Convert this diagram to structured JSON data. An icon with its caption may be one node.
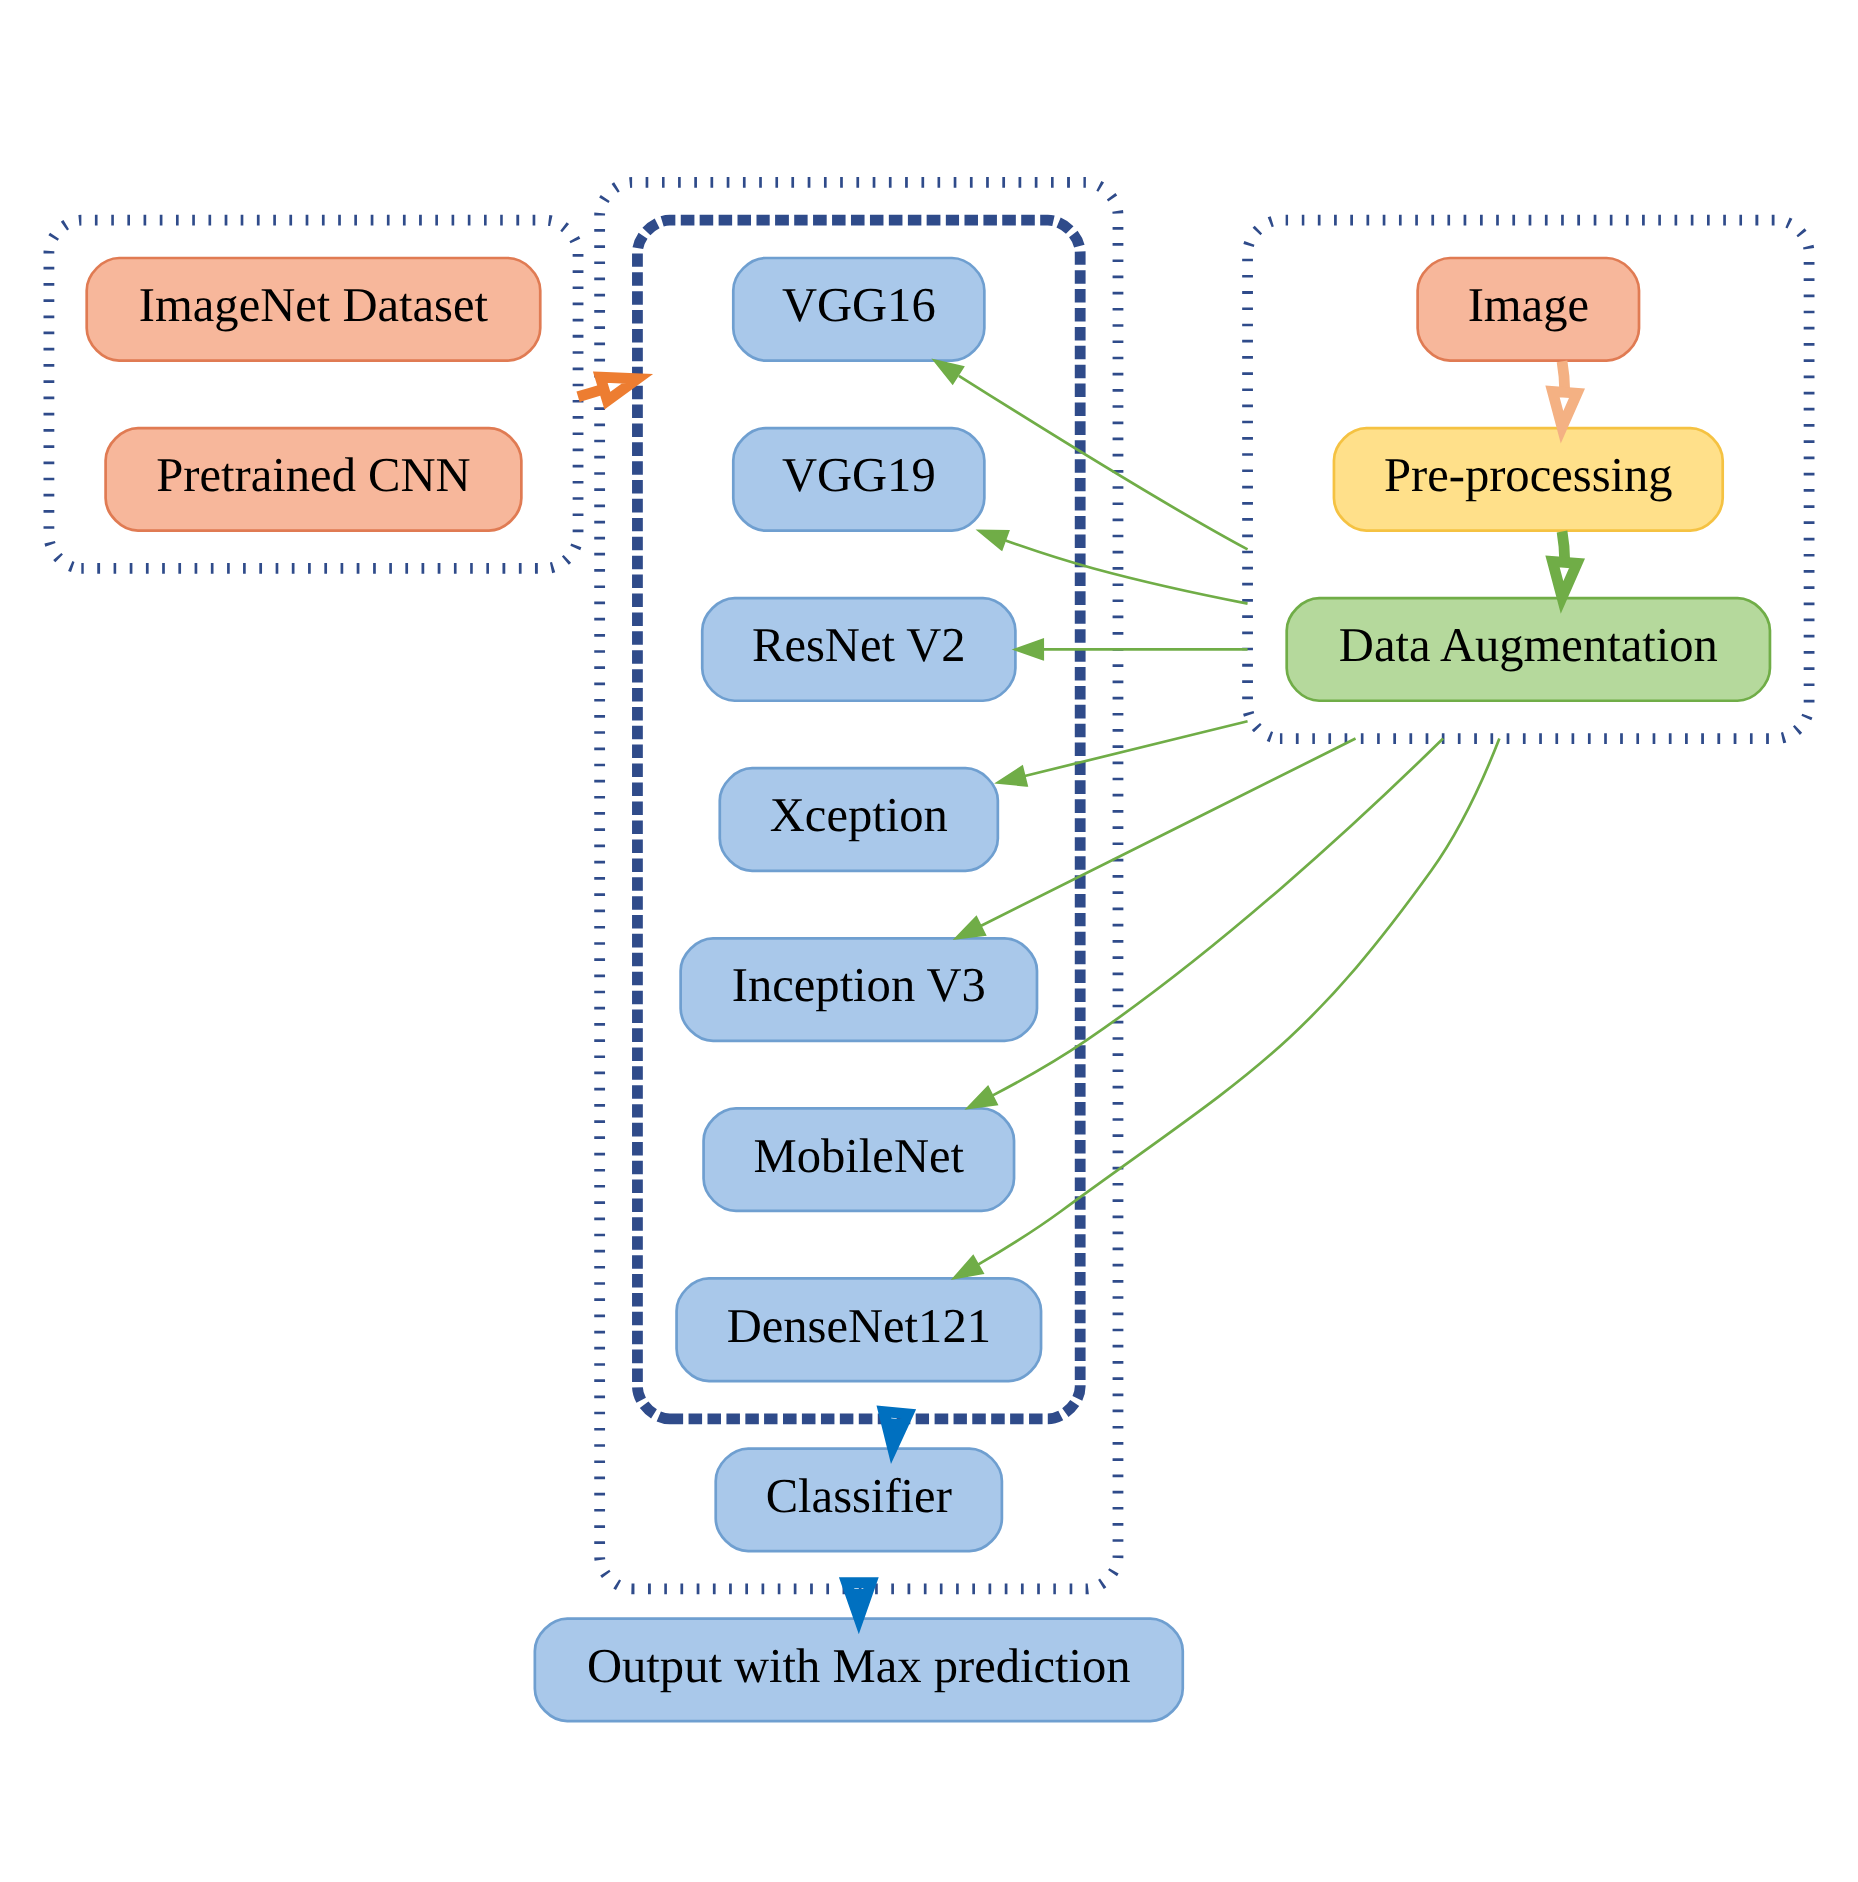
{
  "diagram": {
    "nodes": [
      {
        "text": [],
        "shape": "box"
      },
      {
        "text": [
          "ImageNet Dataset"
        ],
        "in": 0
      },
      {
        "text": [
          "Pretrained CNN"
        ],
        "in": 0
      },
      {
        "text": [],
        "shape": "box"
      },
      {
        "text": [],
        "shape": "box",
        "in": 3
      },
      {
        "text": [
          "VGG16"
        ],
        "in": 4
      },
      {
        "text": [
          "VGG19"
        ],
        "in": 4
      },
      {
        "text": [
          "ResNet V2"
        ],
        "in": 4
      },
      {
        "text": [
          "Xception"
        ],
        "in": 4
      },
      {
        "text": [
          "Inception V3"
        ],
        "in": 4
      },
      {
        "text": [
          "MobileNet"
        ],
        "in": 4
      },
      {
        "text": [
          "DenseNet121"
        ],
        "in": 4
      },
      {
        "text": [
          "Classifier"
        ],
        "in": 3
      },
      {
        "text": [],
        "shape": "box"
      },
      {
        "text": [
          "Image"
        ],
        "in": 13
      },
      {
        "text": [
          "Pre-processing"
        ],
        "in": 13
      },
      {
        "text": [
          "Data Augmentation"
        ],
        "in": 13
      },
      {
        "text": [
          "Output with Max prediction"
        ]
      }
    ],
    "edges": [
      {
        "from": 0,
        "to": 4,
        "arrow": "to",
        "style": "thick",
        "color": "#ed7d31"
      },
      {
        "from": 14,
        "to": 15,
        "arrow": "to",
        "style": "thick",
        "color": "#f4b183"
      },
      {
        "from": 15,
        "to": 16,
        "arrow": "to",
        "style": "thick",
        "color": "#70ad47"
      },
      {
        "from": 13,
        "to": 5,
        "arrow": "to",
        "color": "#70ad47"
      },
      {
        "from": 13,
        "to": 6,
        "arrow": "to",
        "color": "#70ad47"
      },
      {
        "from": 13,
        "to": 7,
        "arrow": "to",
        "color": "#70ad47"
      },
      {
        "from": 13,
        "to": 8,
        "arrow": "to",
        "color": "#70ad47"
      },
      {
        "from": 13,
        "to": 9,
        "arrow": "to",
        "color": "#70ad47"
      },
      {
        "from": 13,
        "to": 10,
        "arrow": "to",
        "color": "#70ad47"
      },
      {
        "from": 13,
        "to": 11,
        "arrow": "to",
        "color": "#70ad47"
      },
      {
        "from": 4,
        "to": 12,
        "arrow": "to",
        "style": "thick",
        "color": "#0070c0"
      },
      {
        "from": 3,
        "to": 17,
        "arrow": "to",
        "style": "thick",
        "color": "#0070c0"
      }
    ]
  }
}
